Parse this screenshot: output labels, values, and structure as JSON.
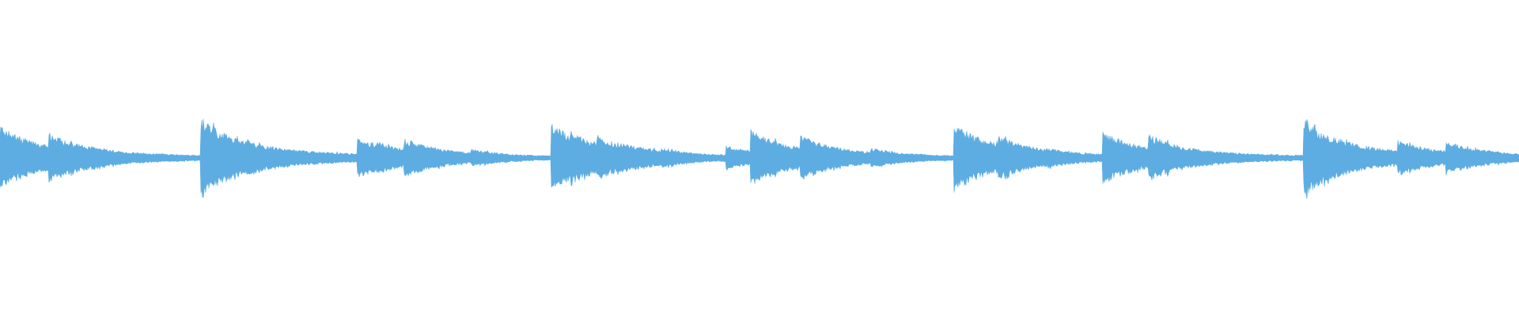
{
  "waveform": {
    "color": "#5dade2",
    "background": "#ffffff",
    "baseline": 0.5,
    "peak_amplitude": 0.12,
    "duration": 1,
    "onsets": [
      {
        "t": 0.0,
        "a": 0.8
      },
      {
        "t": 0.032,
        "a": 0.62
      },
      {
        "t": 0.043,
        "a": 0.42
      },
      {
        "t": 0.06,
        "a": 0.3
      },
      {
        "t": 0.063,
        "a": 0.26
      },
      {
        "t": 0.132,
        "a": 1.0
      },
      {
        "t": 0.146,
        "a": 0.55
      },
      {
        "t": 0.163,
        "a": 0.45
      },
      {
        "t": 0.235,
        "a": 0.5
      },
      {
        "t": 0.248,
        "a": 0.4
      },
      {
        "t": 0.266,
        "a": 0.48
      },
      {
        "t": 0.278,
        "a": 0.3
      },
      {
        "t": 0.31,
        "a": 0.22
      },
      {
        "t": 0.363,
        "a": 0.85
      },
      {
        "t": 0.376,
        "a": 0.65
      },
      {
        "t": 0.393,
        "a": 0.55
      },
      {
        "t": 0.408,
        "a": 0.4
      },
      {
        "t": 0.42,
        "a": 0.3
      },
      {
        "t": 0.435,
        "a": 0.25
      },
      {
        "t": 0.478,
        "a": 0.3
      },
      {
        "t": 0.494,
        "a": 0.7
      },
      {
        "t": 0.527,
        "a": 0.55
      },
      {
        "t": 0.573,
        "a": 0.25
      },
      {
        "t": 0.628,
        "a": 0.85
      },
      {
        "t": 0.657,
        "a": 0.55
      },
      {
        "t": 0.69,
        "a": 0.25
      },
      {
        "t": 0.726,
        "a": 0.65
      },
      {
        "t": 0.756,
        "a": 0.58
      },
      {
        "t": 0.858,
        "a": 0.95
      },
      {
        "t": 0.92,
        "a": 0.45
      },
      {
        "t": 0.952,
        "a": 0.42
      }
    ]
  }
}
